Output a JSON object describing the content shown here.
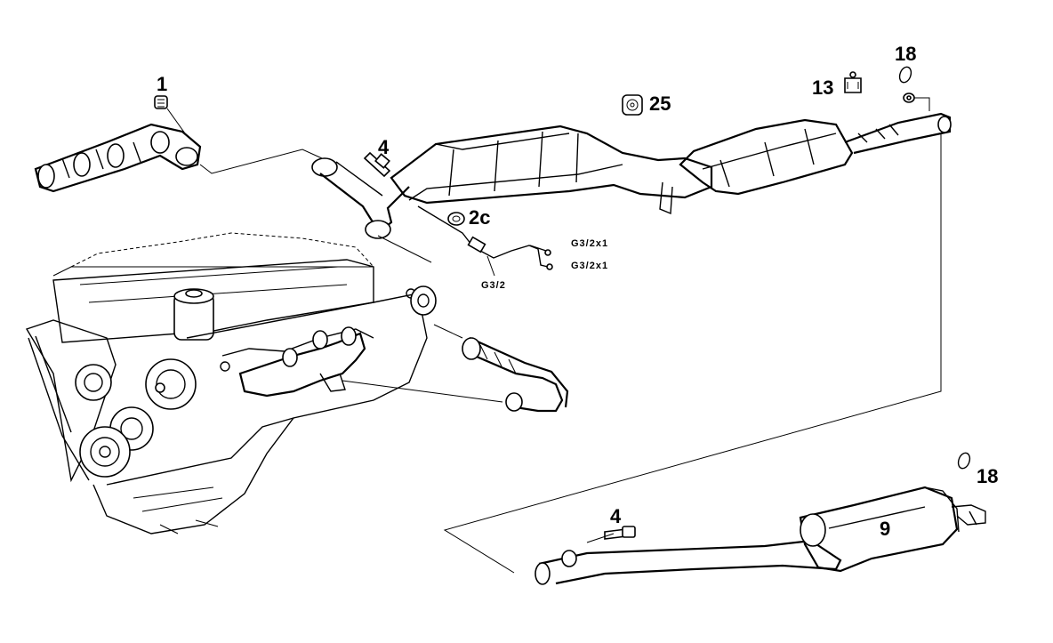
{
  "labels": {
    "manifold_front": "1",
    "bolt_upper": "4",
    "sealant_25": "25",
    "gasket_2c": "2c",
    "clamp_13": "13",
    "ring_18_upper": "18",
    "ring_18_lower": "18",
    "bolt_lower": "4",
    "muffler_rear": "9",
    "sensor_G3_2": "G3/2",
    "sensor_G3_2x1_a": "G3/2x1",
    "sensor_G3_2x1_b": "G3/2x1"
  },
  "icons": {
    "seal_1": "gasket-icon",
    "bolt_4": "bolt-icon",
    "sealant_25": "sealant-tube-icon",
    "gasket_2c": "gasket-icon",
    "clamp_13": "clamp-icon",
    "ring_18": "o-ring-icon"
  }
}
